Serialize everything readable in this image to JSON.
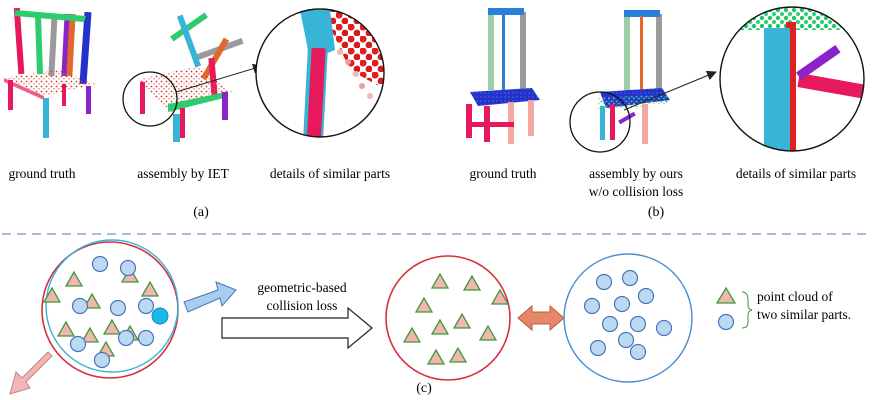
{
  "panel_a": {
    "captions": [
      "ground truth",
      "assembly by IET",
      "details of similar parts"
    ],
    "label": "(a)"
  },
  "panel_b": {
    "captions": [
      "ground truth",
      "assembly by ours",
      "w/o collision loss",
      "details of similar parts"
    ],
    "label": "(b)"
  },
  "panel_c": {
    "arrow_text": [
      "geometric-based",
      "collision loss"
    ],
    "legend_text": [
      "point cloud of",
      "two similar parts."
    ],
    "label": "(c)"
  },
  "colors": {
    "red_seat": "#d9302c",
    "pink": "#e5195c",
    "cyan": "#38b4d6",
    "blue": "#2332c8",
    "green": "#2ecc71",
    "orange": "#e5662a",
    "gray": "#9a9a9a",
    "purple": "#8a24c8",
    "salmon": "#f0a8a0",
    "divider": "#8fa6cf",
    "triangle_fill": "#f2b6ae",
    "triangle_stroke": "#3c9a3c",
    "circle_fill": "#bcd9f2",
    "circle_stroke": "#4a74c0",
    "part_red": "#d8313c",
    "part_blue": "#4a8ed0",
    "arrow_blue": "#a9cdee",
    "arrow_pink": "#f2b6b6",
    "double_arrow": "#e8866a"
  }
}
